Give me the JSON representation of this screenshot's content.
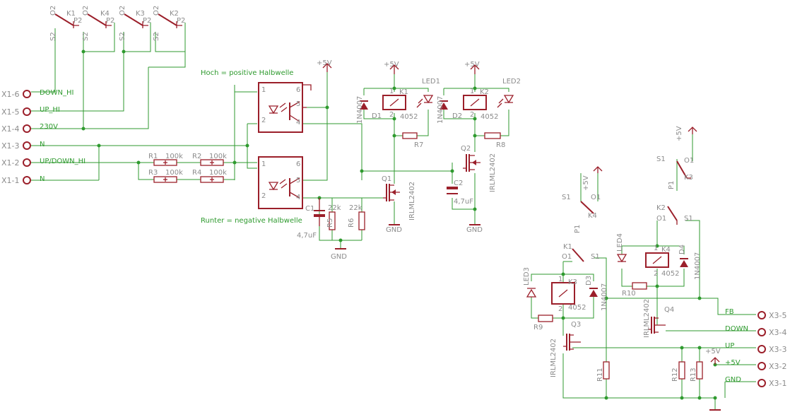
{
  "labels": {
    "hoch": "Hoch = positive Halbwelle",
    "runter": "Runter = negative Halbwelle",
    "in_down_hi": "DOWN_HI",
    "in_up_hi": "UP_HI",
    "in_230v": "230V",
    "in_n1": "N",
    "in_updown_hi": "UP/DOWN_HI",
    "in_n2": "N",
    "out_fb": "FB",
    "out_down": "DOWN",
    "out_up": "UP",
    "out_5v": "+5V",
    "out_gnd": "GND"
  },
  "ports_in": [
    "X1-6",
    "X1-5",
    "X1-4",
    "X1-3",
    "X1-2",
    "X1-1"
  ],
  "ports_out": [
    "X3-5",
    "X3-4",
    "X3-3",
    "X3-2",
    "X3-1"
  ],
  "parts": {
    "r1": "R1",
    "r2": "R2",
    "r3": "R3",
    "r4": "R4",
    "r1v": "100k",
    "r2v": "100k",
    "r3v": "100k",
    "r4v": "100k",
    "r5": "R5",
    "r6": "R6",
    "r5v": "22k",
    "r6v": "22k",
    "r7": "R7",
    "r8": "R8",
    "r9": "R9",
    "r10": "R10",
    "r11": "R11",
    "r12": "R12",
    "r13": "R13",
    "c1": "C1",
    "c2": "C2",
    "c1v": "4,7uF",
    "c2v": "4,7uF",
    "q1": "Q1",
    "q2": "Q2",
    "q3": "Q3",
    "q4": "Q4",
    "mos": "IRLML2402",
    "d1": "D1",
    "d2": "D2",
    "d3": "D3",
    "d4": "D4",
    "diode": "1N4007",
    "led1": "LED1",
    "led2": "LED2",
    "led3": "LED3",
    "led4": "LED4",
    "k1": "K1",
    "k2": "K2",
    "k3": "K3",
    "k4": "K4",
    "relay": "4052",
    "sw_o": "O2",
    "sw_p": "P2",
    "sw_s": "S2",
    "sw_o1": "O1",
    "sw_p1": "P1",
    "sw_s1": "S1",
    "vcc": "+5V",
    "gnd": "GND",
    "pin1": "1",
    "pin2": "2",
    "pin4": "4",
    "pin5": "5",
    "pin6": "6"
  }
}
